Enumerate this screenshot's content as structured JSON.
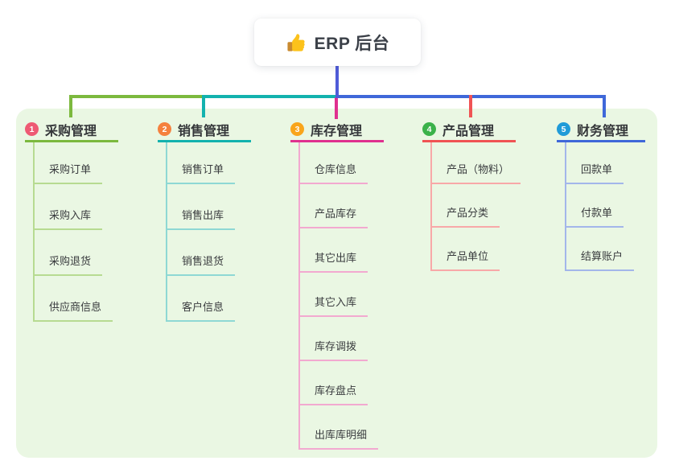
{
  "root": {
    "label": "ERP 后台",
    "icon": "thumbs-up-icon",
    "connector_color": "#4f5bd8"
  },
  "panel": {
    "background": "#eaf7e3"
  },
  "branches": [
    {
      "badge": "1",
      "badge_color": "#ee5a73",
      "label": "采购管理",
      "line_color": "#7cb93e",
      "child_line_color": "#b7db91",
      "children": [
        "采购订单",
        "采购入库",
        "采购退货",
        "供应商信息"
      ]
    },
    {
      "badge": "2",
      "badge_color": "#f5813e",
      "label": "销售管理",
      "line_color": "#13b2ae",
      "child_line_color": "#8ed8d4",
      "children": [
        "销售订单",
        "销售出库",
        "销售退货",
        "客户信息"
      ]
    },
    {
      "badge": "3",
      "badge_color": "#f9a51b",
      "label": "库存管理",
      "line_color": "#e0308f",
      "child_line_color": "#f2a9d0",
      "children": [
        "仓库信息",
        "产品库存",
        "其它出库",
        "其它入库",
        "库存调拨",
        "库存盘点",
        "出库库明细"
      ]
    },
    {
      "badge": "4",
      "badge_color": "#3bb24a",
      "label": "产品管理",
      "line_color": "#f05354",
      "child_line_color": "#f8a8a8",
      "children": [
        "产品（物料）",
        "产品分类",
        "产品单位"
      ]
    },
    {
      "badge": "5",
      "badge_color": "#209bd8",
      "label": "财务管理",
      "line_color": "#3f68d9",
      "child_line_color": "#a3b6ea",
      "children": [
        "回款单",
        "付款单",
        "结算账户"
      ]
    }
  ]
}
